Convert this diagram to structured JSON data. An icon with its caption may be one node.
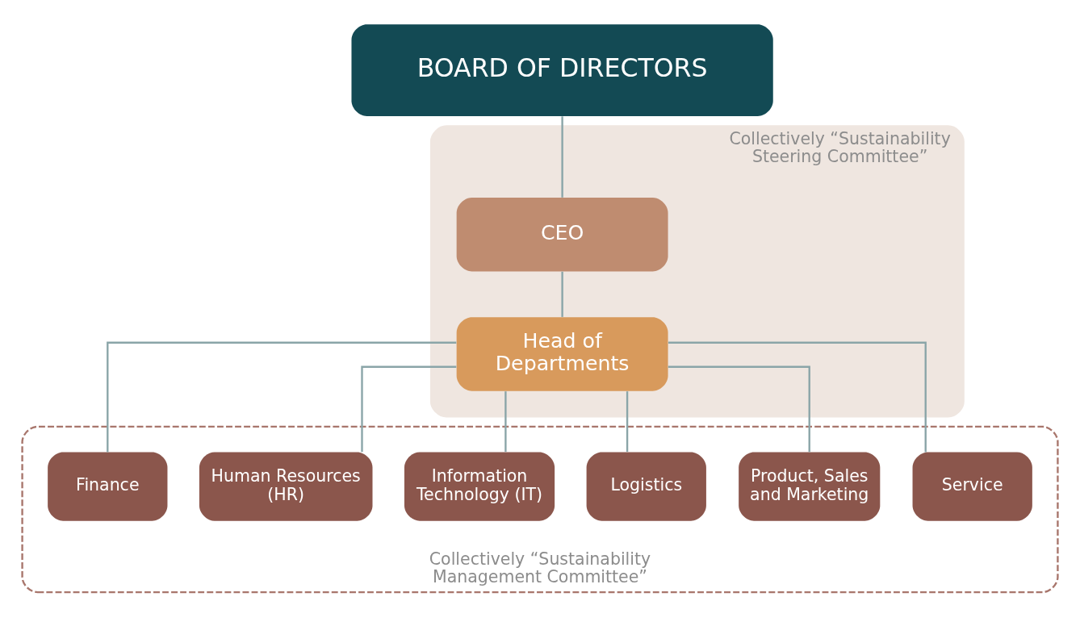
{
  "diagram": {
    "nodes": [
      {
        "text": [
          "BOARD OF DIRECTORS"
        ]
      },
      {
        "text": [
          "Collectively “Sustainability Steering Committee”"
        ]
      },
      {
        "text": [
          "CEO"
        ],
        "in": 1
      },
      {
        "text": [
          "Head of Departments"
        ],
        "in": 1
      },
      {
        "text": [
          "Collectively “Sustainability Management Committee”"
        ]
      },
      {
        "text": [
          "Finance"
        ],
        "in": 4
      },
      {
        "text": [
          "Human Resources (HR)"
        ],
        "in": 4
      },
      {
        "text": [
          "Information Technology (IT)"
        ],
        "in": 4
      },
      {
        "text": [
          "Logistics"
        ],
        "in": 4
      },
      {
        "text": [
          "Product, Sales and Marketing"
        ],
        "in": 4
      },
      {
        "text": [
          "Service"
        ],
        "in": 4
      }
    ],
    "edges": [
      {
        "from": 0,
        "to": 2,
        "arrow": "none"
      },
      {
        "from": 2,
        "to": 3,
        "arrow": "none"
      },
      {
        "from": 3,
        "to": 5,
        "arrow": "none"
      },
      {
        "from": 3,
        "to": 6,
        "arrow": "none"
      },
      {
        "from": 3,
        "to": 7,
        "arrow": "none"
      },
      {
        "from": 3,
        "to": 8,
        "arrow": "none"
      },
      {
        "from": 3,
        "to": 9,
        "arrow": "none"
      },
      {
        "from": 3,
        "to": 10,
        "arrow": "none"
      }
    ]
  }
}
